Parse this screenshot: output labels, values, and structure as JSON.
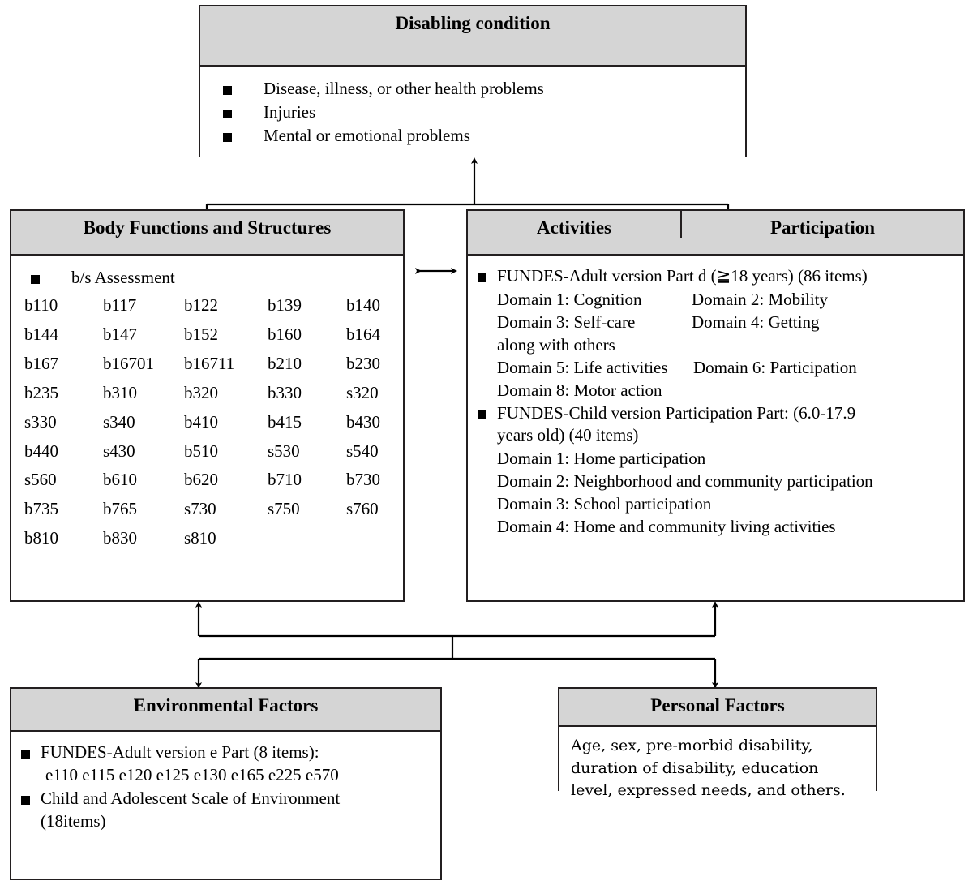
{
  "diagram": {
    "title": "ICF-based framework (FUNDES) disability assessment model",
    "boxes": {
      "disabling_condition": {
        "header": "Disabling condition",
        "items": [
          "Disease, illness, or other health problems",
          "Injuries",
          "Mental or emotional problems"
        ]
      },
      "body_functions": {
        "header": "Body Functions and Structures",
        "bullet": "b/s Assessment",
        "codes": [
          "b110",
          "b117",
          "b122",
          "b139",
          "b140",
          "b144",
          "b147",
          "b152",
          "b160",
          "b164",
          "b167",
          "b16701",
          "b16711",
          "b210",
          "b230",
          "b235",
          "b310",
          "b320",
          "b330",
          "s320",
          "s330",
          "s340",
          "b410",
          "b415",
          "b430",
          "b440",
          "s430",
          "b510",
          "s530",
          "s540",
          "s560",
          "b610",
          "b620",
          "b710",
          "b730",
          "b735",
          "b765",
          "s730",
          "s750",
          "s760",
          "b810",
          "b830",
          "s810"
        ]
      },
      "activities_participation": {
        "header_left": "Activities",
        "header_right": "Participation",
        "adult": {
          "bullet": "FUNDES-Adult version Part d (≧18 years) (86 items)",
          "rows": [
            {
              "left": "Domain 1: Cognition",
              "right": "Domain 2: Mobility"
            },
            {
              "left": "Domain 3: Self-care",
              "right": "Domain 4: Getting"
            },
            {
              "left": "along with others",
              "right": ""
            },
            {
              "left": "Domain 5: Life activities",
              "right": "Domain 6: Participation"
            },
            {
              "left": "Domain 8: Motor action",
              "right": ""
            }
          ]
        },
        "child": {
          "bullet_line1": "FUNDES-Child version Participation Part: (6.0-17.9",
          "bullet_line2": "years old) (40 items)",
          "domains": [
            "Domain 1: Home participation",
            "Domain 2: Neighborhood and community participation",
            "Domain 3: School participation",
            "Domain 4: Home and community living activities"
          ]
        }
      },
      "environmental_factors": {
        "header": "Environmental Factors",
        "items": [
          {
            "line1": "FUNDES-Adult version e Part (8 items):",
            "line2": "e110 e115 e120 e125 e130 e165 e225 e570"
          },
          {
            "line1": "Child and Adolescent Scale of Environment",
            "line2": "(18items)"
          }
        ]
      },
      "personal_factors": {
        "header": "Personal Factors",
        "lines": [
          "Age, sex, pre-morbid disability,",
          "duration of disability, education",
          "level, expressed needs, and others."
        ]
      }
    },
    "colors": {
      "header_fill": "#d5d5d5",
      "border": "#231f20",
      "body_fill": "#ffffff",
      "text": "#000000"
    }
  }
}
